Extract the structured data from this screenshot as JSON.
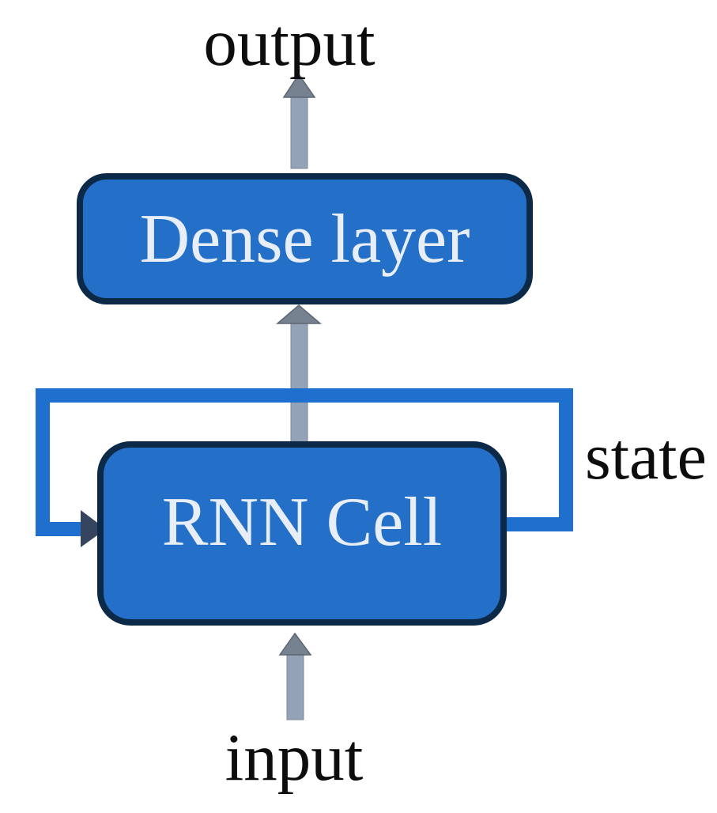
{
  "diagram": {
    "type": "neural-network-architecture",
    "description": "Recurrent neural network diagram: input feeds an RNN Cell with a recurrent state loop, whose output passes through a Dense layer to produce the output.",
    "labels": {
      "output": "output",
      "input": "input",
      "state": "state"
    },
    "boxes": {
      "dense_layer": "Dense layer",
      "rnn_cell": "RNN Cell"
    },
    "edges": [
      {
        "from": "input",
        "to": "RNN Cell",
        "style": "gray-arrow-up"
      },
      {
        "from": "RNN Cell",
        "to": "Dense layer",
        "style": "gray-arrow-up"
      },
      {
        "from": "Dense layer",
        "to": "output",
        "style": "gray-arrow-up"
      },
      {
        "from": "RNN Cell",
        "to": "RNN Cell",
        "label": "state",
        "style": "blue-feedback-loop"
      }
    ],
    "colors": {
      "background": "#ffffff",
      "box_fill": "#2470c8",
      "box_border": "#0c2948",
      "box_text": "#e8eef8",
      "loop_line": "#1f6fce",
      "loop_arrowhead": "#35455f",
      "arrow_shaft": "#93a2b6",
      "arrow_head": "#76828f",
      "label_text": "#0d0d0d"
    }
  }
}
